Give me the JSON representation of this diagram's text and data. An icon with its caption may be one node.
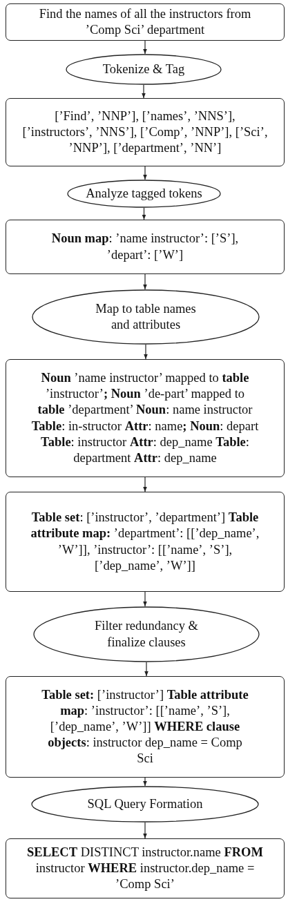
{
  "diagram": {
    "nodes": [
      {
        "text": [
          "Find the names of all the instructors from ’Comp Sci’ department"
        ]
      },
      {
        "text": [
          "Tokenize & Tag"
        ]
      },
      {
        "text": [
          "[’Find’, ’NNP’], [’names’, ’NNS’], [’instructors’, ’NNS’], [’Comp’, ’NNP’], [’Sci’, ’NNP’], [’department’, ’NN’]"
        ]
      },
      {
        "text": [
          "Analyze tagged tokens"
        ]
      },
      {
        "text": [
          "**Noun map**: ’name instructor’: [’S’], ’depart’: [’W’]"
        ]
      },
      {
        "text": [
          "Map to table names and attributes"
        ]
      },
      {
        "text": [
          "**Noun** ’name instructor’ mapped to **table** ’instructor’**;** **Noun** ’de-part’ mapped to **table** ’department’ **Noun**: name instructor **Table**: in-structor **Attr**: name**;** **Noun**: depart **Table**: instructor **Attr**: dep_name **Table**: department **Attr**: dep_name"
        ]
      },
      {
        "text": [
          "**Table set**: [’instructor’, ’department’] **Table attribute map:** ’department’: [[’dep_name’, ’W’]], ’instructor’: [[’name’, ’S’], [’dep_name’, ’W’]]"
        ]
      },
      {
        "text": [
          "Filter redundancy & finalize clauses"
        ]
      },
      {
        "text": [
          "**Table set:** [’instructor’] **Table attribute map**: ’instructor’: [[’name’, ’S’], [’dep_name’, ’W’]] **WHERE clause objects**: instructor dep_name = Comp Sci"
        ]
      },
      {
        "text": [
          "SQL Query Formation"
        ]
      },
      {
        "text": [
          "**SELECT** DISTINCT instructor.name **FROM** instructor **WHERE** instructor.dep_name = ’Comp Sci’"
        ]
      }
    ],
    "edges": [
      {
        "from": 0,
        "to": 1,
        "arrow": "to"
      },
      {
        "from": 1,
        "to": 2,
        "arrow": "to"
      },
      {
        "from": 2,
        "to": 3,
        "arrow": "to"
      },
      {
        "from": 3,
        "to": 4,
        "arrow": "to"
      },
      {
        "from": 4,
        "to": 5,
        "arrow": "to"
      },
      {
        "from": 5,
        "to": 6,
        "arrow": "to"
      },
      {
        "from": 6,
        "to": 7,
        "arrow": "to"
      },
      {
        "from": 7,
        "to": 8,
        "arrow": "to"
      },
      {
        "from": 8,
        "to": 9,
        "arrow": "to"
      },
      {
        "from": 9,
        "to": 10,
        "arrow": "to"
      },
      {
        "from": 10,
        "to": 11,
        "arrow": "to"
      }
    ]
  }
}
